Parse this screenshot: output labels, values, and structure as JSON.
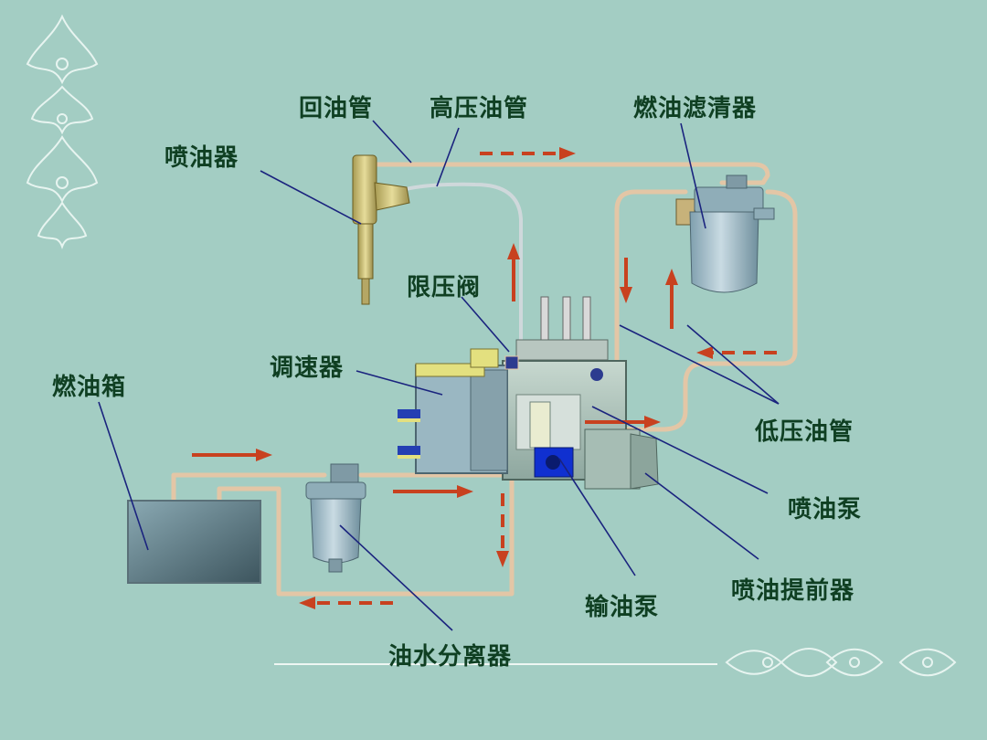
{
  "colors": {
    "background": "#a3cdc3",
    "label_text": "#0f3f22",
    "leader_line": "#1a237e",
    "pipe": "#e3c6a6",
    "flow_arrow": "#c8411f",
    "component_metal": "#9db8c4",
    "pump_blue": "#1030d0"
  },
  "labels": {
    "return_pipe": "回油管",
    "high_pressure_pipe": "高压油管",
    "fuel_filter": "燃油滤清器",
    "injector": "喷油器",
    "pressure_limit_valve": "限压阀",
    "governor": "调速器",
    "fuel_tank": "燃油箱",
    "low_pressure_pipe": "低压油管",
    "injection_pump": "喷油泵",
    "injection_advancer": "喷油提前器",
    "transfer_pump": "输油泵",
    "water_separator": "油水分离器"
  },
  "icons": {
    "flow_arrow": "red-dashed-arrow",
    "ornament": "lace-ornament"
  }
}
